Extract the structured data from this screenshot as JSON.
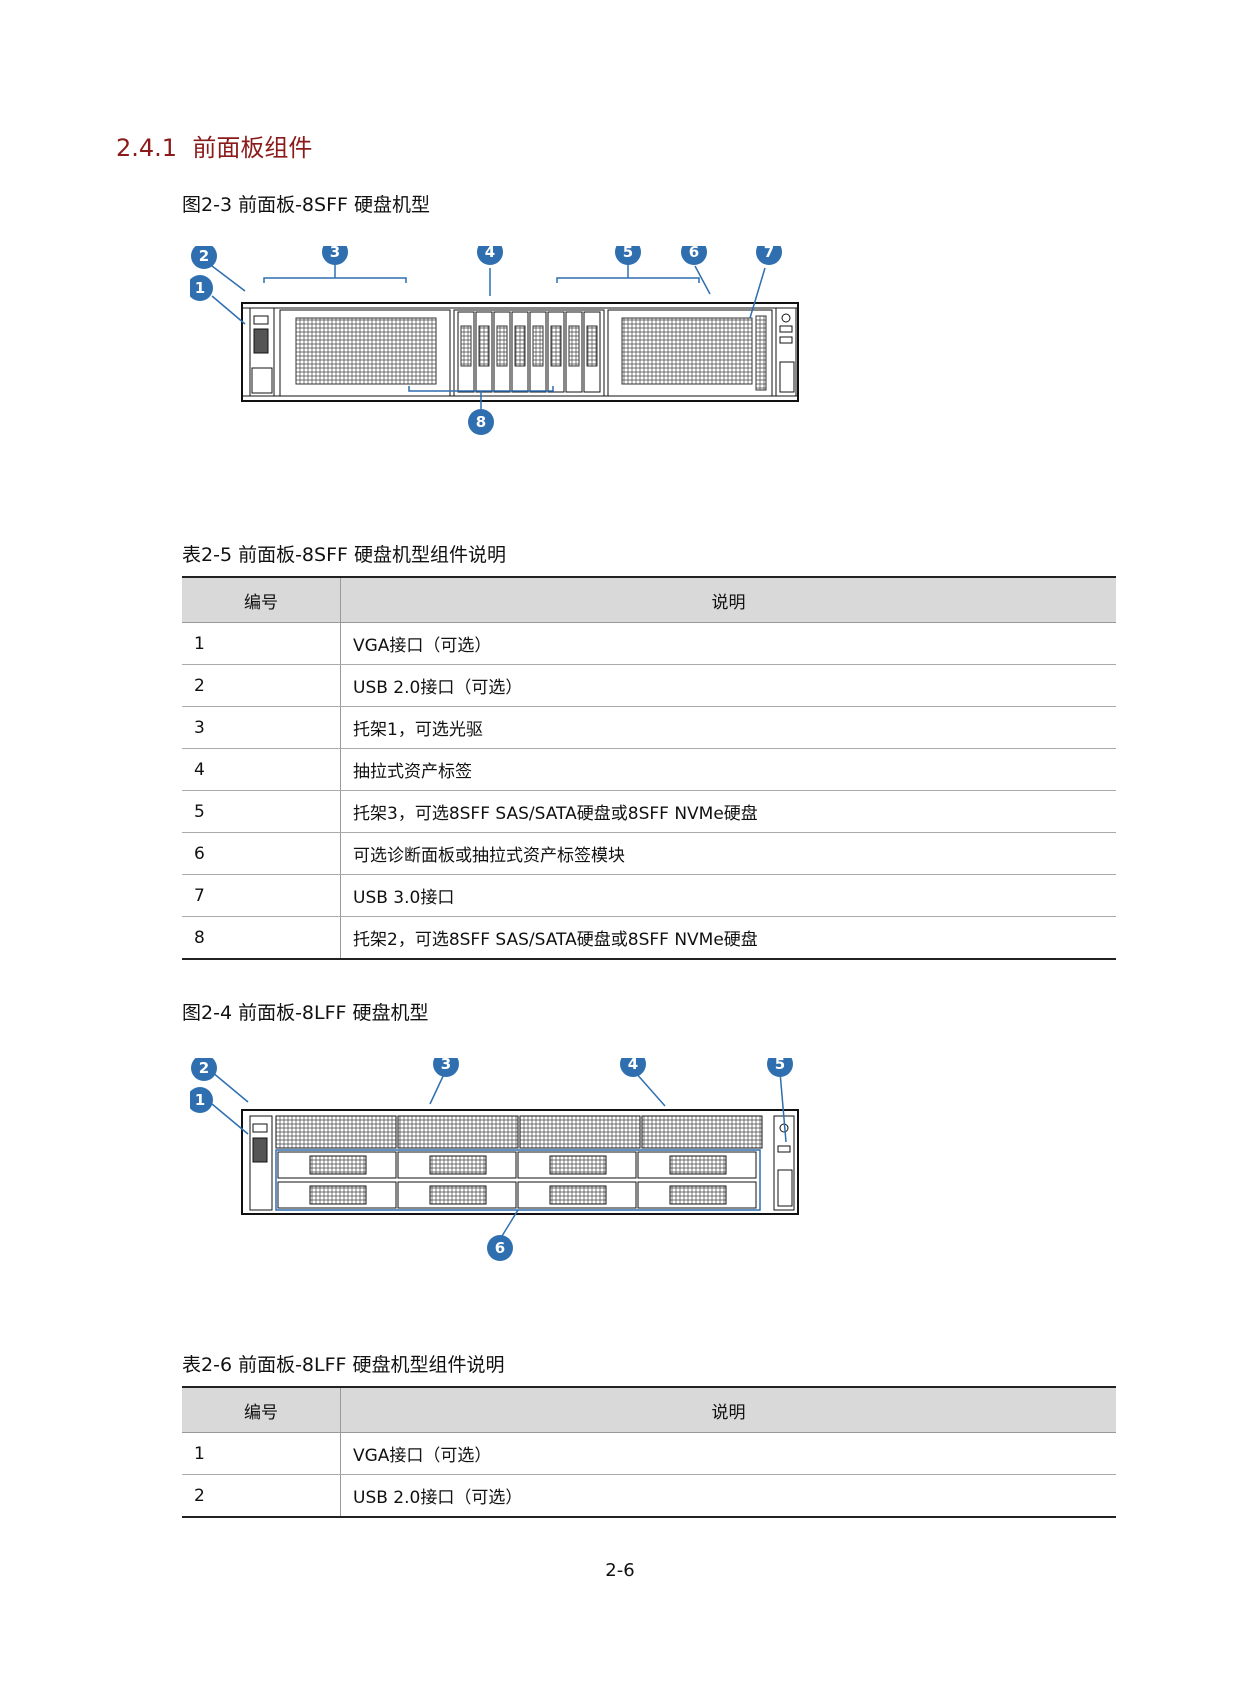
{
  "section": {
    "number": "2.4.1",
    "title": "前面板组件"
  },
  "figure1": {
    "caption": "图2-3  前面板-8SFF 硬盘机型",
    "callouts": [
      "1",
      "2",
      "3",
      "4",
      "5",
      "6",
      "7",
      "8"
    ]
  },
  "table1": {
    "caption": "表2-5  前面板-8SFF 硬盘机型组件说明",
    "headers": [
      "编号",
      "说明"
    ],
    "rows": [
      [
        "1",
        "VGA接口（可选）"
      ],
      [
        "2",
        "USB 2.0接口（可选）"
      ],
      [
        "3",
        "托架1，可选光驱"
      ],
      [
        "4",
        "抽拉式资产标签"
      ],
      [
        "5",
        "托架3，可选8SFF SAS/SATA硬盘或8SFF NVMe硬盘"
      ],
      [
        "6",
        "可选诊断面板或抽拉式资产标签模块"
      ],
      [
        "7",
        "USB 3.0接口"
      ],
      [
        "8",
        "托架2，可选8SFF SAS/SATA硬盘或8SFF NVMe硬盘"
      ]
    ]
  },
  "figure2": {
    "caption": "图2-4  前面板-8LFF 硬盘机型",
    "callouts": [
      "1",
      "2",
      "3",
      "4",
      "5",
      "6"
    ]
  },
  "table2": {
    "caption": "表2-6  前面板-8LFF 硬盘机型组件说明",
    "headers": [
      "编号",
      "说明"
    ],
    "rows": [
      [
        "1",
        "VGA接口（可选）"
      ],
      [
        "2",
        "USB 2.0接口（可选）"
      ]
    ]
  },
  "page_number": "2-6"
}
